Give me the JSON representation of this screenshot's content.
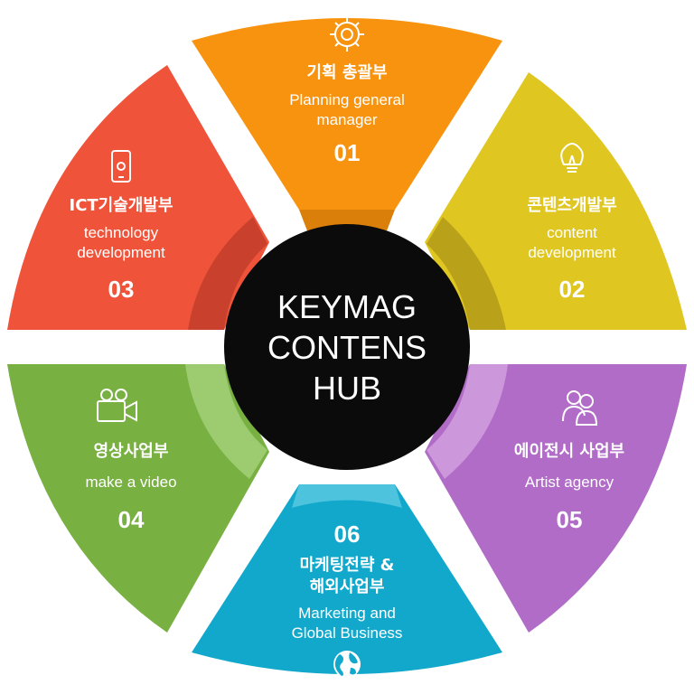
{
  "hub": {
    "lines": [
      "KEYMAG",
      "CONTENS",
      "HUB"
    ]
  },
  "segments": [
    {
      "id": "planning",
      "number": "01",
      "title_kr": "기획 총괄부",
      "title_en": [
        "Planning general",
        "manager"
      ],
      "color": "#f7930f",
      "icon": "gear-icon"
    },
    {
      "id": "content",
      "number": "02",
      "title_kr": "콘텐츠개발부",
      "title_en": [
        "content",
        "development"
      ],
      "color": "#e0c621",
      "icon": "lightbulb-icon"
    },
    {
      "id": "ict",
      "number": "03",
      "title_kr": "ICT기술개발부",
      "title_en": [
        "technology",
        "development"
      ],
      "color": "#ef533a",
      "icon": "smartphone-icon"
    },
    {
      "id": "video",
      "number": "04",
      "title_kr": "영상사업부",
      "title_en": [
        "make a video"
      ],
      "color": "#78b042",
      "icon": "video-camera-icon"
    },
    {
      "id": "agency",
      "number": "05",
      "title_kr": "에이전시 사업부",
      "title_en": [
        "Artist agency"
      ],
      "color": "#b16cc7",
      "icon": "people-icon"
    },
    {
      "id": "marketing",
      "number": "06",
      "title_kr": [
        "마케팅전략 &",
        "해외사업부"
      ],
      "title_en": [
        "Marketing and",
        "Global Business"
      ],
      "color": "#12a8cc",
      "icon": "globe-icon"
    }
  ]
}
